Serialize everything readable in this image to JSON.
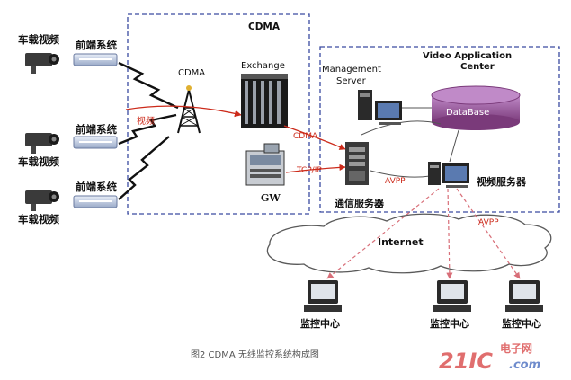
{
  "labels": {
    "vehicle_video": "车载视频",
    "frontend_system": "前端系统",
    "cdma_tower": "CDMA",
    "video_signal": "视频",
    "cdma_box_title": "CDMA",
    "exchange": "Exchange",
    "cdma_link": "CDMA",
    "tcpip": "TCP/IP",
    "gw": "GW",
    "vac_title_line1": "Video Application",
    "vac_title_line2": "Center",
    "management_server_line1": "Management",
    "management_server_line2": "Server",
    "database": "DataBase",
    "comm_server": "通信服务器",
    "avpp": "AVPP",
    "avpp_2": "AVPP",
    "video_server": "视频服务器",
    "internet": "Internet",
    "monitor_center": "监控中心",
    "caption": "图2 CDMA 无线监控系统构成图",
    "watermark_main": "21IC",
    "watermark_sub1": "电子网",
    "watermark_sub2": ".com"
  },
  "colors": {
    "dashed_box": "#3a4aa0",
    "signal_red": "#cc2a1a",
    "link_pink": "#d86e78",
    "database": "#9a5a9a",
    "internet_cloud": "#5a5a5a",
    "watermark_red": "#d94a4a",
    "watermark_blue": "#4a6fc0"
  }
}
